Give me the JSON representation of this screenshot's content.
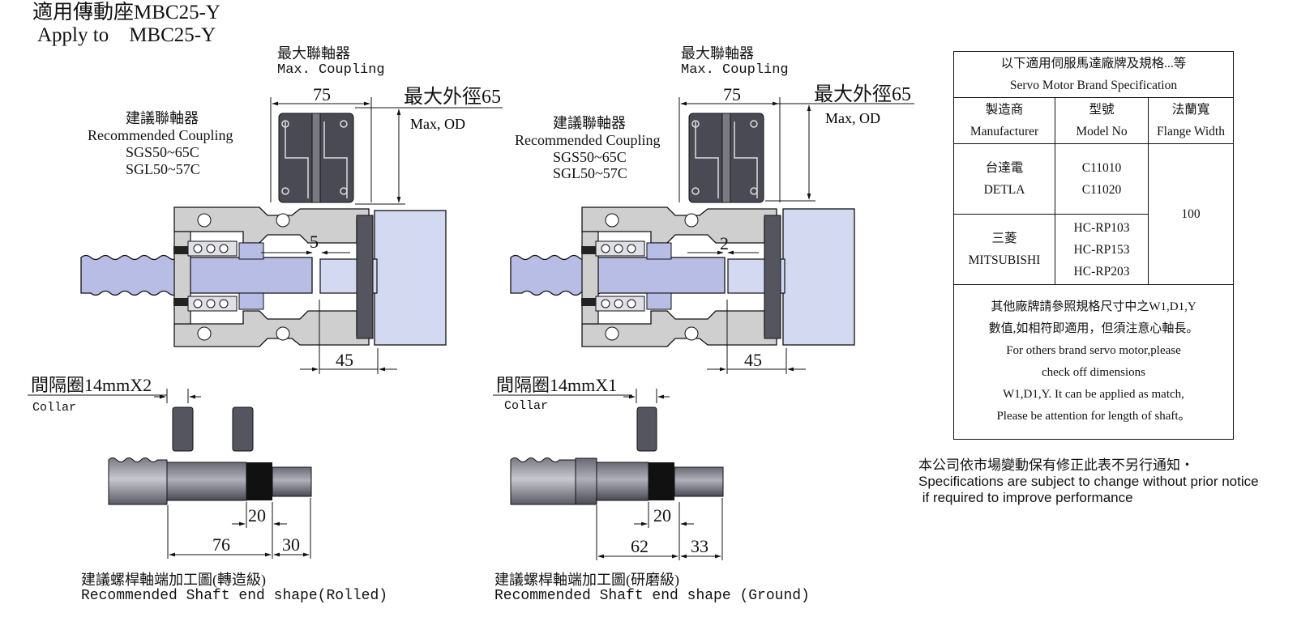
{
  "header": {
    "title_cn": "適用傳動座MBC25-Y",
    "title_en": "Apply to    MBC25-Y"
  },
  "left_drawing": {
    "max_coupling_cn": "最大聯軸器",
    "max_coupling_en": "Max. Coupling",
    "rec_coupling_cn": "建議聯軸器",
    "rec_coupling_en": "Recommended Coupling",
    "rec_model_1": "SGS50~65C",
    "rec_model_2": "SGL50~57C",
    "dim_coupling_width": "75",
    "max_od_cn": "最大外徑65",
    "max_od_en": "Max, OD",
    "dim_gap": "5",
    "dim_45": "45",
    "collar_cn": "間隔圈14mmX2",
    "collar_en": "Collar",
    "dim_20": "20",
    "dim_76": "76",
    "dim_30": "30",
    "shaft_cn": "建議螺桿軸端加工圖(轉造級)",
    "shaft_en": "Recommended Shaft end shape(Rolled)"
  },
  "right_drawing": {
    "max_coupling_cn": "最大聯軸器",
    "max_coupling_en": "Max. Coupling",
    "rec_coupling_cn": "建議聯軸器",
    "rec_coupling_en": "Recommended Coupling",
    "rec_model_1": "SGS50~65C",
    "rec_model_2": "SGL50~57C",
    "dim_coupling_width": "75",
    "max_od_cn": "最大外徑65",
    "max_od_en": "Max, OD",
    "dim_gap": "2",
    "dim_45": "45",
    "collar_cn": "間隔圈14mmX1",
    "collar_en": "Collar",
    "dim_20": "20",
    "dim_62": "62",
    "dim_33": "33",
    "shaft_cn": "建議螺桿軸端加工圖(研磨級)",
    "shaft_en": "Recommended Shaft end shape (Ground)"
  },
  "spec_table": {
    "title_cn": "以下適用伺服馬達廠牌及規格...等",
    "title_en": "Servo Motor Brand Specification",
    "col_manufacturer_cn": "製造商",
    "col_manufacturer_en": "Manufacturer",
    "col_model_cn": "型號",
    "col_model_en": "Model No",
    "col_flange_cn": "法蘭寬",
    "col_flange_en": "Flange Width",
    "rows": [
      {
        "maker_cn": "台達電",
        "maker_en": "DETLA",
        "models": [
          "C11010",
          "C11020"
        ]
      },
      {
        "maker_cn": "三菱",
        "maker_en": "MITSUBISHI",
        "models": [
          "HC-RP103",
          "HC-RP153",
          "HC-RP203"
        ]
      }
    ],
    "flange_value": "100",
    "footer_lines": [
      "其他廠牌請參照規格尺寸中之W1,D1,Y",
      "數值,如相符即適用，但須注意心軸長。",
      "For others brand servo motor,please",
      "check off dimensions",
      "W1,D1,Y. It can be applied as match,",
      "Please be attention for length of shaft。"
    ]
  },
  "notice": {
    "line_cn": "本公司依市場變動保有修正此表不另行通知・",
    "line_en_1": "Specifications are subject to change without prior notice",
    "line_en_2": " if required to improve performance"
  },
  "colors": {
    "housing": "#cfcfcf",
    "coupling": "#4a4a55",
    "motor": "#d4d9f2",
    "screw": "#b8bde6",
    "dark_part": "#555560"
  }
}
